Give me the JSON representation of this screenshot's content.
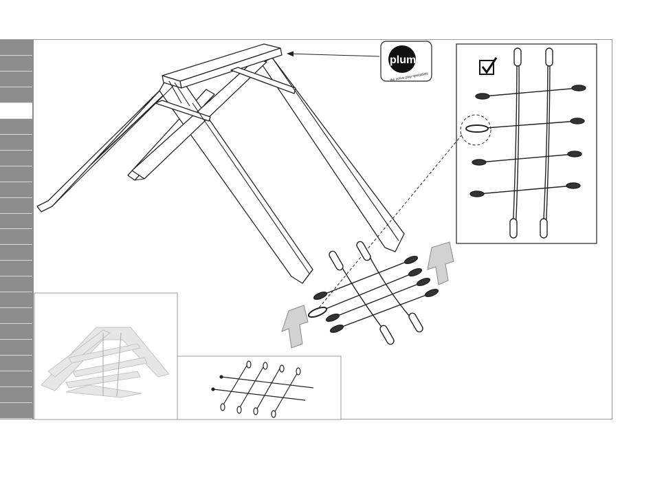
{
  "logo": {
    "brand": "plum",
    "tagline": "the active play specialists"
  },
  "sidebar": {
    "tab_count": 24,
    "active_index": 4
  },
  "check_mark": "☑",
  "icons": [
    "plum-logo-icon",
    "checkbox-icon",
    "arrow-up-icon",
    "pointer-arrow-icon"
  ]
}
